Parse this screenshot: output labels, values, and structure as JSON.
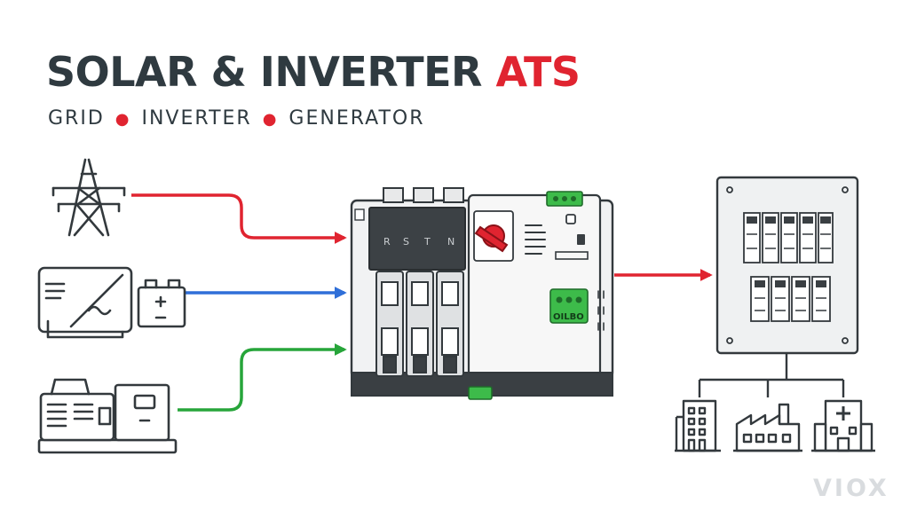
{
  "title": {
    "main": "SOLAR & INVERTER ",
    "accent": "ATS"
  },
  "subtitle": {
    "items": [
      "GRID",
      "INVERTER",
      "GENERATOR"
    ]
  },
  "ats": {
    "phase_labels": [
      "R",
      "S",
      "T",
      "N"
    ],
    "terminal_label": "OILBO"
  },
  "colors": {
    "grid_line": "#e02430",
    "inverter_line": "#2f6fd8",
    "generator_line": "#27a53a",
    "output_line": "#e02430",
    "outline": "#33393d",
    "accent_green": "#3dbb4a"
  },
  "icons": [
    "transmission-tower-icon",
    "inverter-icon",
    "battery-icon",
    "generator-icon",
    "distribution-panel-icon",
    "office-building-icon",
    "factory-icon",
    "hospital-icon"
  ],
  "watermark": "VIOX"
}
